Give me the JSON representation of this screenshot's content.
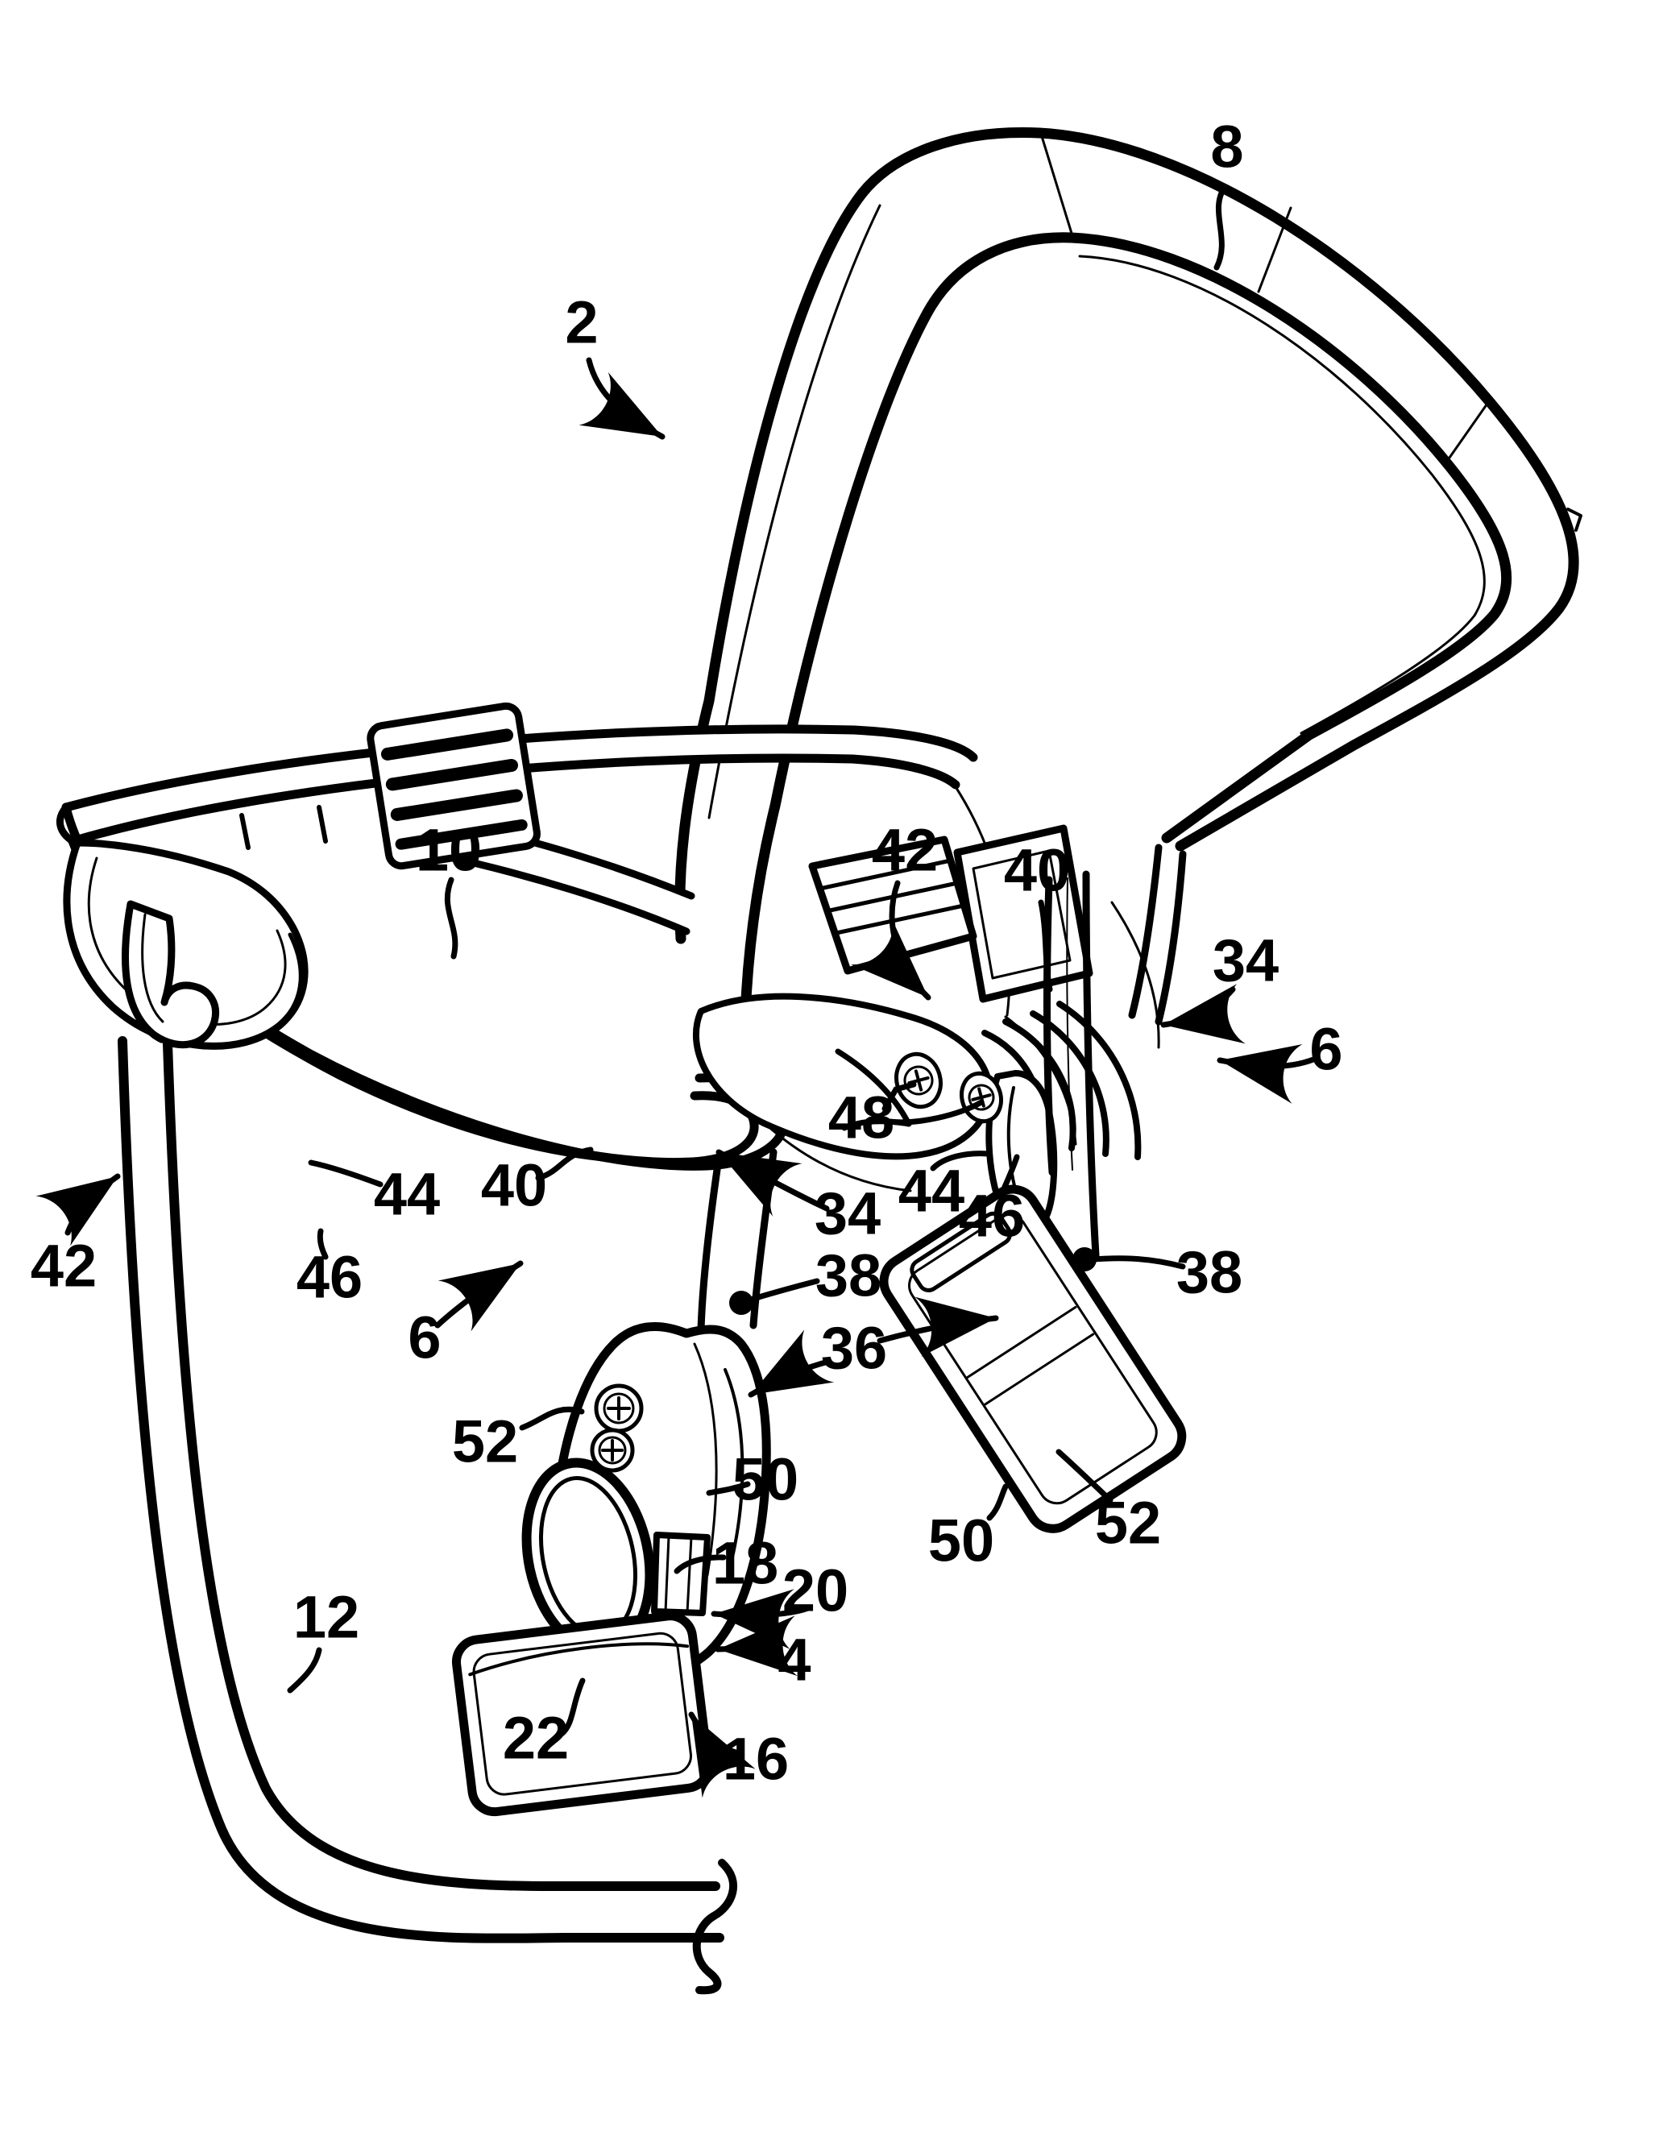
{
  "figure": {
    "kind": "patent-line-drawing",
    "background": "#ffffff",
    "ink": "#000000"
  },
  "labels": [
    {
      "id": "ref-8",
      "text": "8"
    },
    {
      "id": "ref-2",
      "text": "2"
    },
    {
      "id": "ref-10",
      "text": "10"
    },
    {
      "id": "ref-42-upper",
      "text": "42"
    },
    {
      "id": "ref-40-upper",
      "text": "40"
    },
    {
      "id": "ref-34-right",
      "text": "34"
    },
    {
      "id": "ref-6-right",
      "text": "6"
    },
    {
      "id": "ref-48",
      "text": "48"
    },
    {
      "id": "ref-44-center",
      "text": "44"
    },
    {
      "id": "ref-46-center",
      "text": "46"
    },
    {
      "id": "ref-34-center",
      "text": "34"
    },
    {
      "id": "ref-38-center",
      "text": "38"
    },
    {
      "id": "ref-36",
      "text": "36"
    },
    {
      "id": "ref-38-right",
      "text": "38"
    },
    {
      "id": "ref-42-left",
      "text": "42"
    },
    {
      "id": "ref-44-left",
      "text": "44"
    },
    {
      "id": "ref-46-left",
      "text": "46"
    },
    {
      "id": "ref-40-left",
      "text": "40"
    },
    {
      "id": "ref-6-left",
      "text": "6"
    },
    {
      "id": "ref-52-center",
      "text": "52"
    },
    {
      "id": "ref-50-center",
      "text": "50"
    },
    {
      "id": "ref-18",
      "text": "18"
    },
    {
      "id": "ref-20",
      "text": "20"
    },
    {
      "id": "ref-4",
      "text": "4"
    },
    {
      "id": "ref-16",
      "text": "16"
    },
    {
      "id": "ref-12",
      "text": "12"
    },
    {
      "id": "ref-22",
      "text": "22"
    },
    {
      "id": "ref-50-right",
      "text": "50"
    },
    {
      "id": "ref-52-right",
      "text": "52"
    }
  ]
}
